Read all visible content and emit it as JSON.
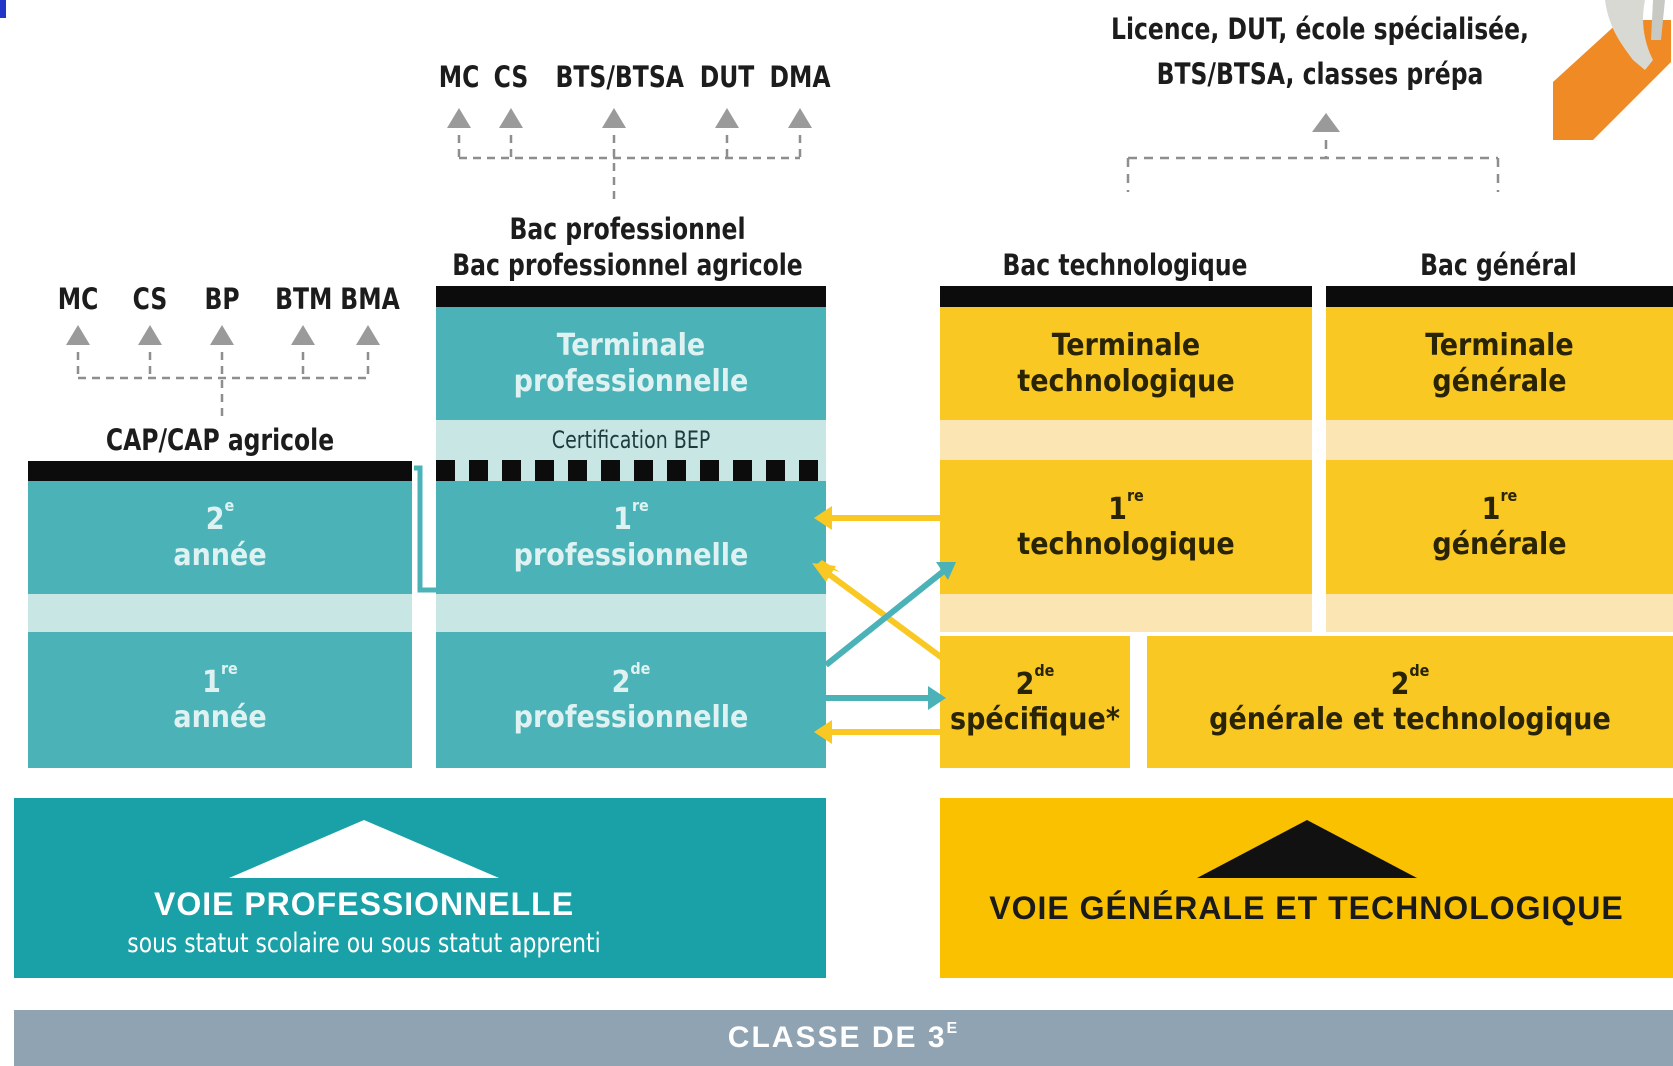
{
  "top_right": {
    "line1": "Licence, DUT, école spécialisée,",
    "line2": "BTS/BTSA, classes prépa"
  },
  "pro_bac_outcomes": [
    "MC",
    "CS",
    "BTS/BTSA",
    "DUT",
    "DMA"
  ],
  "cap_outcomes": [
    "MC",
    "CS",
    "BP",
    "BTM",
    "BMA"
  ],
  "headers": {
    "bac_pro_line1": "Bac professionnel",
    "bac_pro_line2": "Bac professionnel agricole",
    "cap": "CAP/CAP agricole",
    "bac_techno": "Bac technologique",
    "bac_general": "Bac général"
  },
  "boxes": {
    "cap_2": {
      "sup_num": "2",
      "sup": "e",
      "line": "année"
    },
    "cap_1": {
      "sup_num": "1",
      "sup": "re",
      "line": "année"
    },
    "term_pro": {
      "line1": "Terminale",
      "line2": "professionnelle"
    },
    "cert_bep": "Certification BEP",
    "first_pro": {
      "sup_num": "1",
      "sup": "re",
      "line": "professionnelle"
    },
    "second_pro": {
      "sup_num": "2",
      "sup": "de",
      "line": "professionnelle"
    },
    "term_techno": {
      "line1": "Terminale",
      "line2": "technologique"
    },
    "term_gen": {
      "line1": "Terminale",
      "line2": "générale"
    },
    "first_techno": {
      "sup_num": "1",
      "sup": "re",
      "line": "technologique"
    },
    "first_gen": {
      "sup_num": "1",
      "sup": "re",
      "line": "générale"
    },
    "second_spec": {
      "sup_num": "2",
      "sup": "de",
      "line": "spécifique*"
    },
    "second_gt": {
      "sup_num": "2",
      "sup": "de",
      "line": "générale et technologique"
    }
  },
  "pathways": {
    "pro_title": "VOIE PROFESSIONNELLE",
    "pro_subtitle": "sous statut scolaire ou sous statut apprenti",
    "gt_title": "VOIE GÉNÉRALE ET TECHNOLOGIQUE"
  },
  "footer": {
    "label": "CLASSE DE 3",
    "sup": "E"
  },
  "colors": {
    "teal": "#4bb3b8",
    "teal_band": "#c7e6e4",
    "yellow": "#f9c823",
    "yellow_band": "#fbe5b2",
    "grey": "#8fa3b3",
    "orange": "#f08a24"
  }
}
